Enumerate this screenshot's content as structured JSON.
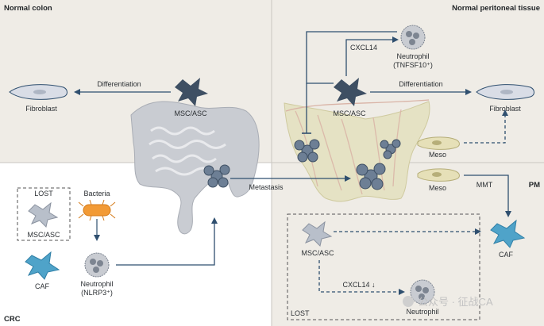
{
  "regions": {
    "normal_colon": "Normal colon",
    "normal_peritoneal": "Normal peritoneal tissue",
    "crc": "CRC",
    "pm": "PM"
  },
  "labels": {
    "fibroblast_left": "Fibroblast",
    "differentiation_left": "Differentiation",
    "msc_asc_top_left": "MSC/ASC",
    "lost_left": "LOST",
    "msc_asc_lost_left": "MSC/ASC",
    "bacteria": "Bacteria",
    "caf_left": "CAF",
    "neutrophil_left_line1": "Neutrophil",
    "neutrophil_left_line2": "(NLRP3⁺)",
    "metastasis": "Metastasis",
    "cxcl14_top": "CXCL14",
    "neutrophil_top_line1": "Neutrophil",
    "neutrophil_top_line2": "(TNFSF10⁺)",
    "msc_asc_top_right": "MSC/ASC",
    "differentiation_right": "Differentiation",
    "fibroblast_right": "Fibroblast",
    "meso_upper": "Meso",
    "meso_lower": "Meso",
    "mmt": "MMT",
    "msc_asc_lost_right": "MSC/ASC",
    "caf_right": "CAF",
    "cxcl14_down": "CXCL14 ↓",
    "neutrophil_bottom": "Neutrophil",
    "lost_right": "LOST"
  },
  "watermark": "公众号 · 征战CA",
  "colors": {
    "panel_bg": "#efece6",
    "border": "#c9c6c0",
    "arrow": "#2f4f6f",
    "msc": "#3e4f63",
    "caf": "#4fa3c9",
    "fibroblast": "#d9dde6",
    "meso": "#e6e0b8",
    "bacteria": "#f29a35",
    "tumor": "#6d7f95",
    "colon": "#c9ccd2",
    "peritoneum": "#e5e2c4"
  },
  "icons": [
    "msc-cell-icon",
    "fibroblast-icon",
    "caf-cell-icon",
    "neutrophil-icon",
    "bacteria-icon",
    "tumor-cluster-icon",
    "meso-cell-icon",
    "colon-icon",
    "peritoneum-icon"
  ]
}
